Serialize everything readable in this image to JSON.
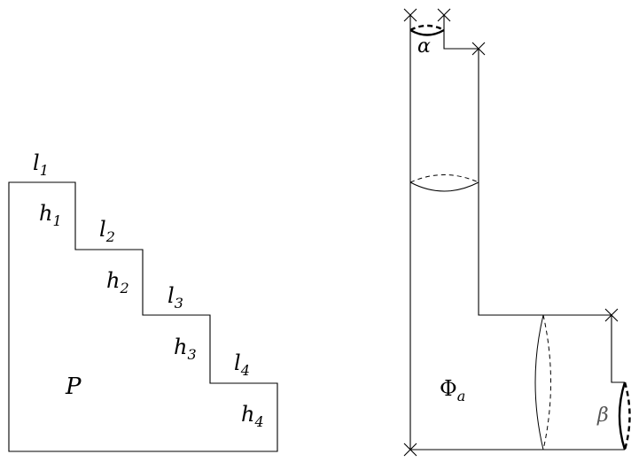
{
  "left_figure": {
    "labels": {
      "l1": {
        "base": "l",
        "sub": "1"
      },
      "l2": {
        "base": "l",
        "sub": "2"
      },
      "l3": {
        "base": "l",
        "sub": "3"
      },
      "l4": {
        "base": "l",
        "sub": "4"
      },
      "h1": {
        "base": "h",
        "sub": "1"
      },
      "h2": {
        "base": "h",
        "sub": "2"
      },
      "h3": {
        "base": "h",
        "sub": "3"
      },
      "h4": {
        "base": "h",
        "sub": "4"
      },
      "region": "P"
    }
  },
  "right_figure": {
    "labels": {
      "alpha": "α",
      "beta": "β",
      "phi": {
        "base": "Φ",
        "sub": "a"
      }
    }
  },
  "colors": {
    "stroke": "#000000",
    "faint": "#555555"
  }
}
